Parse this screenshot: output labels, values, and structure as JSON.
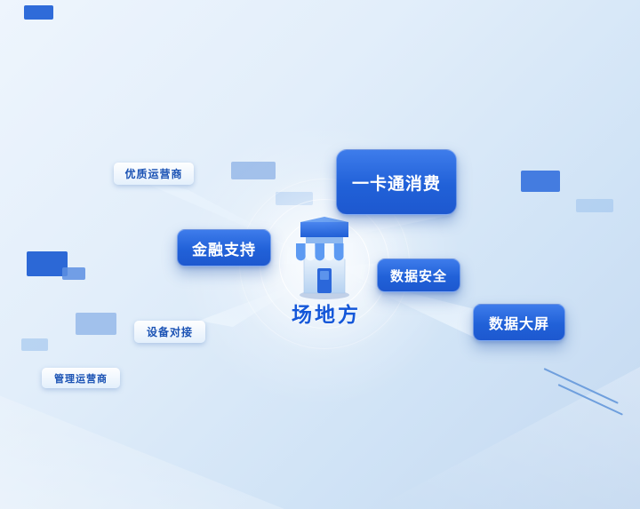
{
  "center": {
    "label": "场地方",
    "icon": "storefront-icon"
  },
  "nodes": {
    "quality_operator": {
      "label": "优质运营商"
    },
    "card_consumption": {
      "label": "一卡通消费"
    },
    "financial_support": {
      "label": "金融支持"
    },
    "data_security": {
      "label": "数据安全"
    },
    "data_screen": {
      "label": "数据大屏"
    },
    "device_connect": {
      "label": "设备对接"
    },
    "management_operator": {
      "label": "管理运营商"
    }
  },
  "colors": {
    "primary_blue": "#2161d8",
    "primary_blue_dark": "#1d58cf",
    "pill_background": "#f2f8fe",
    "pill_text": "#1a52b4",
    "center_label_text": "#1457d9",
    "background_light": "#eef5fd",
    "background_dark": "#c3d8f0",
    "decor_solid_blue": "#2f6bd9"
  }
}
